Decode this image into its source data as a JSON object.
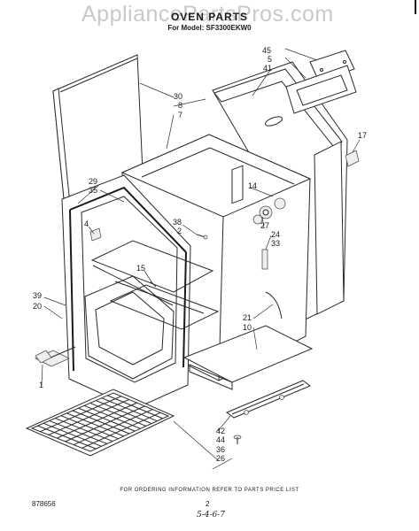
{
  "watermark": "AppliancePartsPros.com",
  "title": "OVEN PARTS",
  "subtitle": "For Model: SF3300EKW0",
  "footer_note": "FOR ORDERING INFORMATION REFER TO PARTS PRICE LIST",
  "doc_number": "878656",
  "page_number": "2",
  "handwritten_note": "5-4-6-7",
  "callouts": {
    "c45": "45",
    "c5": "5",
    "c41": "41",
    "c30": "30",
    "c8": "8",
    "c7": "7",
    "c17": "17",
    "c29": "29",
    "c35": "35",
    "c14": "14",
    "c27": "27",
    "c24": "24",
    "c33": "33",
    "c4": "4",
    "c38": "38",
    "c2": "2",
    "c15": "15",
    "c39": "39",
    "c20": "20",
    "c21": "21",
    "c10": "10",
    "c1": "1",
    "c42": "42",
    "c44": "44",
    "c36": "36",
    "c26": "26"
  }
}
